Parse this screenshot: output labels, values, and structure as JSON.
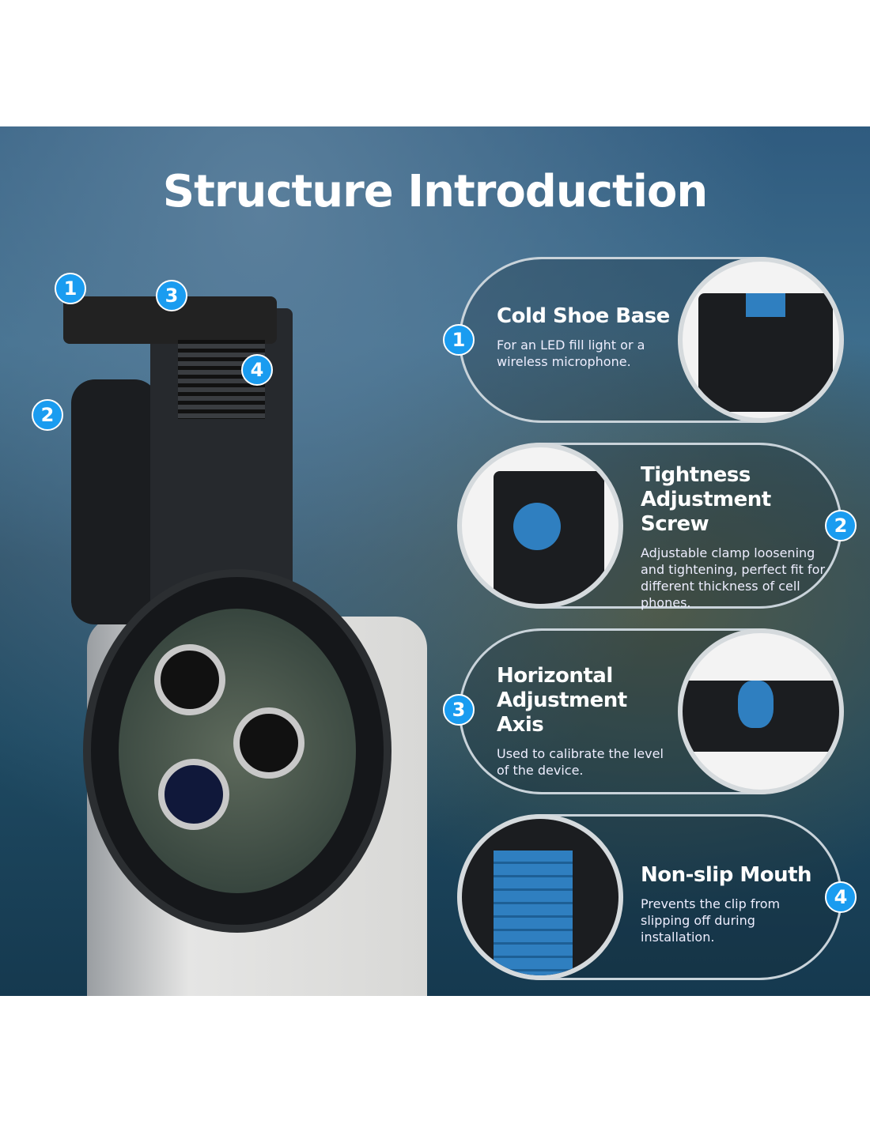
{
  "title": "Structure Introduction",
  "callouts": [
    {
      "number": "1",
      "heading": "Cold Shoe Base",
      "description": "For an LED fill light or a wireless microphone."
    },
    {
      "number": "2",
      "heading": "Tightness Adjustment Screw",
      "description": "Adjustable clamp loosening and tightening, perfect fit for different thickness of cell phones."
    },
    {
      "number": "3",
      "heading": "Horizontal Adjustment Axis",
      "description": "Used to calibrate the level of the device."
    },
    {
      "number": "4",
      "heading": "Non-slip Mouth",
      "description": "Prevents the clip from slipping off during installation."
    }
  ],
  "colors": {
    "accent": "#1a9cf0",
    "part_blue": "#2f7fc0"
  }
}
